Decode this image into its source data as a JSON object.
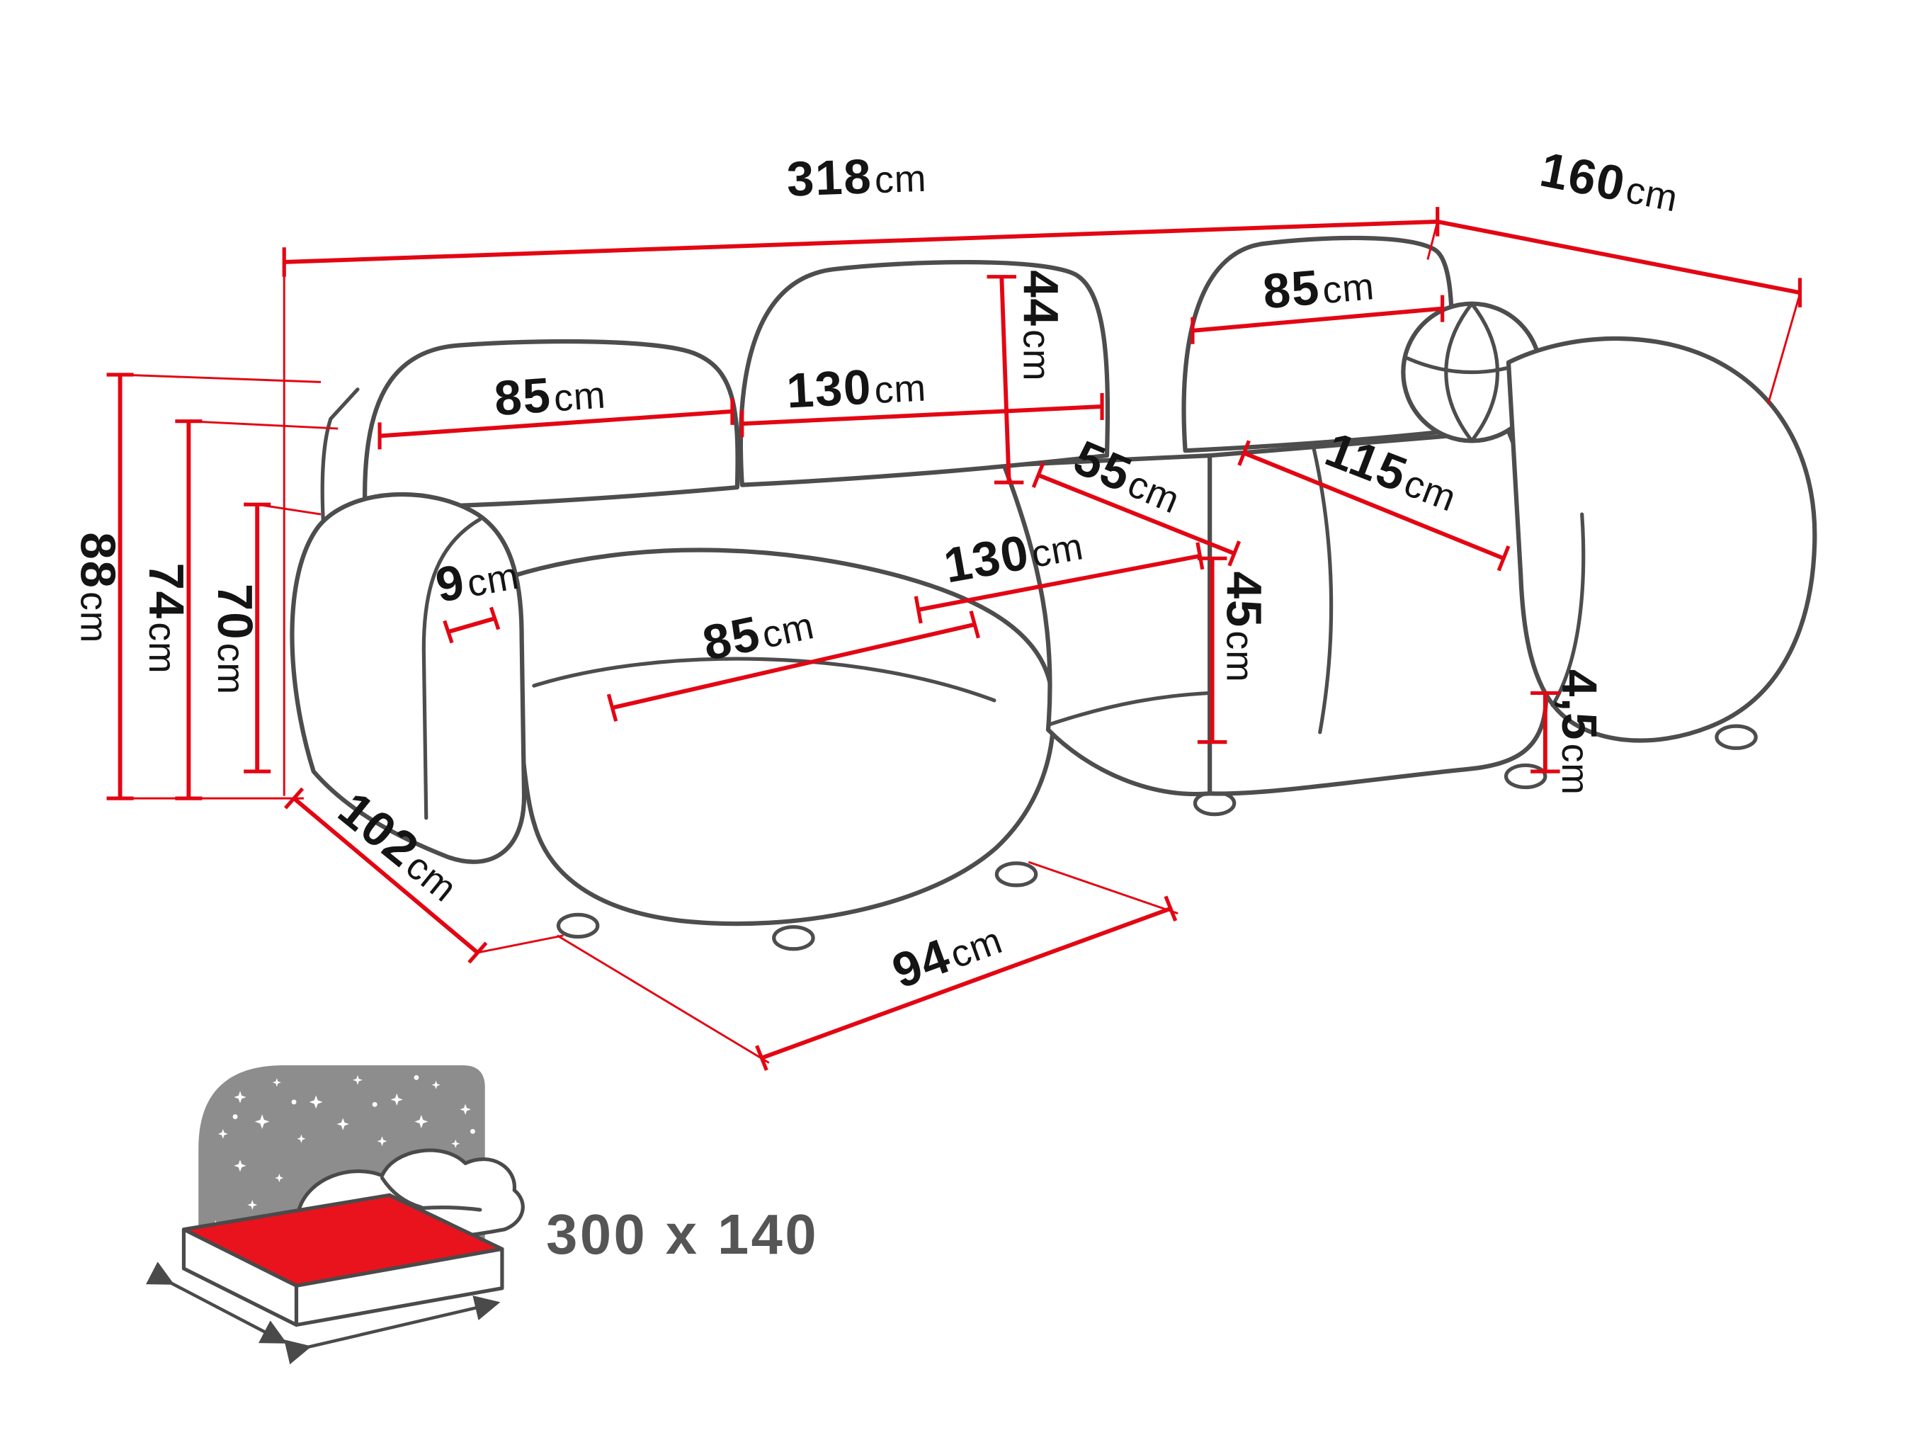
{
  "colors": {
    "dimension_red": "#e30613",
    "outline_gray": "#4d4d4d",
    "text_black": "#141414",
    "icon_gray": "#8d8d8d",
    "mattress_red": "#e8131d",
    "label_gray": "#555555"
  },
  "icons": {
    "sleeping": "sofa-bed-icon"
  },
  "dimensions": {
    "total_width": {
      "value": "318",
      "unit": "cm"
    },
    "total_depth": {
      "value": "160",
      "unit": "cm"
    },
    "overall_height": {
      "value": "88",
      "unit": "cm"
    },
    "backrest_height": {
      "value": "74",
      "unit": "cm"
    },
    "armrest_height": {
      "value": "70",
      "unit": "cm"
    },
    "side_depth": {
      "value": "102",
      "unit": "cm"
    },
    "chaise_depth": {
      "value": "94",
      "unit": "cm"
    },
    "back_cushion_left_width": {
      "value": "85",
      "unit": "cm"
    },
    "back_cushion_mid_width": {
      "value": "130",
      "unit": "cm"
    },
    "back_cushion_height": {
      "value": "44",
      "unit": "cm"
    },
    "back_cushion_right_width": {
      "value": "85",
      "unit": "cm"
    },
    "seat_mid_depth": {
      "value": "55",
      "unit": "cm"
    },
    "right_chaise_length": {
      "value": "115",
      "unit": "cm"
    },
    "seat_mid_width": {
      "value": "130",
      "unit": "cm"
    },
    "seat_height": {
      "value": "45",
      "unit": "cm"
    },
    "seat_left_width": {
      "value": "85",
      "unit": "cm"
    },
    "armrest_width": {
      "value": "9",
      "unit": "cm"
    },
    "leg_height": {
      "value": "4,5",
      "unit": "cm"
    }
  },
  "sleeping_area": {
    "value": "300 x 140"
  }
}
